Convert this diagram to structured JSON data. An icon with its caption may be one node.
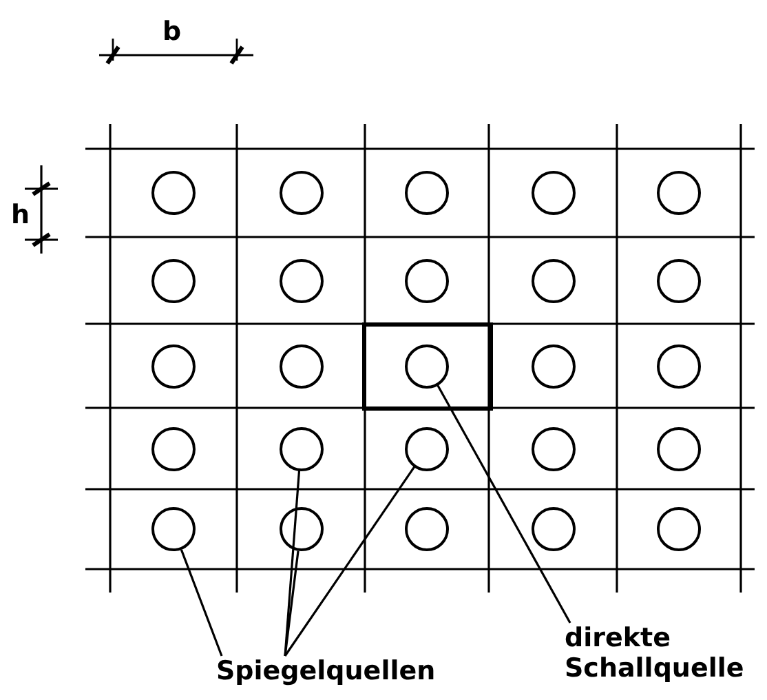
{
  "diagram": {
    "nodes": [
      {
        "text": [],
        "shape": "box"
      },
      {
        "text": [],
        "shape": "circle"
      },
      {
        "text": [],
        "shape": "circle"
      },
      {
        "text": [],
        "shape": "circle"
      },
      {
        "text": [],
        "shape": "circle"
      },
      {
        "text": [],
        "shape": "circle"
      },
      {
        "text": [],
        "shape": "circle"
      },
      {
        "text": [],
        "shape": "circle"
      },
      {
        "text": [],
        "shape": "circle"
      },
      {
        "text": [],
        "shape": "circle"
      },
      {
        "text": [],
        "shape": "circle"
      },
      {
        "text": [],
        "shape": "circle"
      },
      {
        "text": [],
        "shape": "circle"
      },
      {
        "text": [],
        "shape": "circle",
        "in": 0
      },
      {
        "text": [],
        "shape": "circle"
      },
      {
        "text": [],
        "shape": "circle"
      },
      {
        "text": [],
        "shape": "circle"
      },
      {
        "text": [],
        "shape": "circle"
      },
      {
        "text": [],
        "shape": "circle"
      },
      {
        "text": [],
        "shape": "circle"
      },
      {
        "text": [],
        "shape": "circle"
      },
      {
        "text": [],
        "shape": "circle"
      },
      {
        "text": [],
        "shape": "circle"
      },
      {
        "text": [],
        "shape": "circle"
      },
      {
        "text": [],
        "shape": "circle"
      },
      {
        "text": [],
        "shape": "circle"
      },
      {
        "text": [
          "Spiegelquellen"
        ]
      },
      {
        "text": [
          "direkte Schallquelle"
        ]
      }
    ],
    "edges": [
      {
        "from": 26,
        "to": 21,
        "arrow": "none"
      },
      {
        "from": 26,
        "to": 22,
        "arrow": "none"
      },
      {
        "from": 26,
        "to": 17,
        "arrow": "none"
      },
      {
        "from": 26,
        "to": 18,
        "arrow": "none"
      },
      {
        "from": 27,
        "to": 13,
        "arrow": "none"
      }
    ],
    "labels": [
      "b",
      "h"
    ]
  }
}
